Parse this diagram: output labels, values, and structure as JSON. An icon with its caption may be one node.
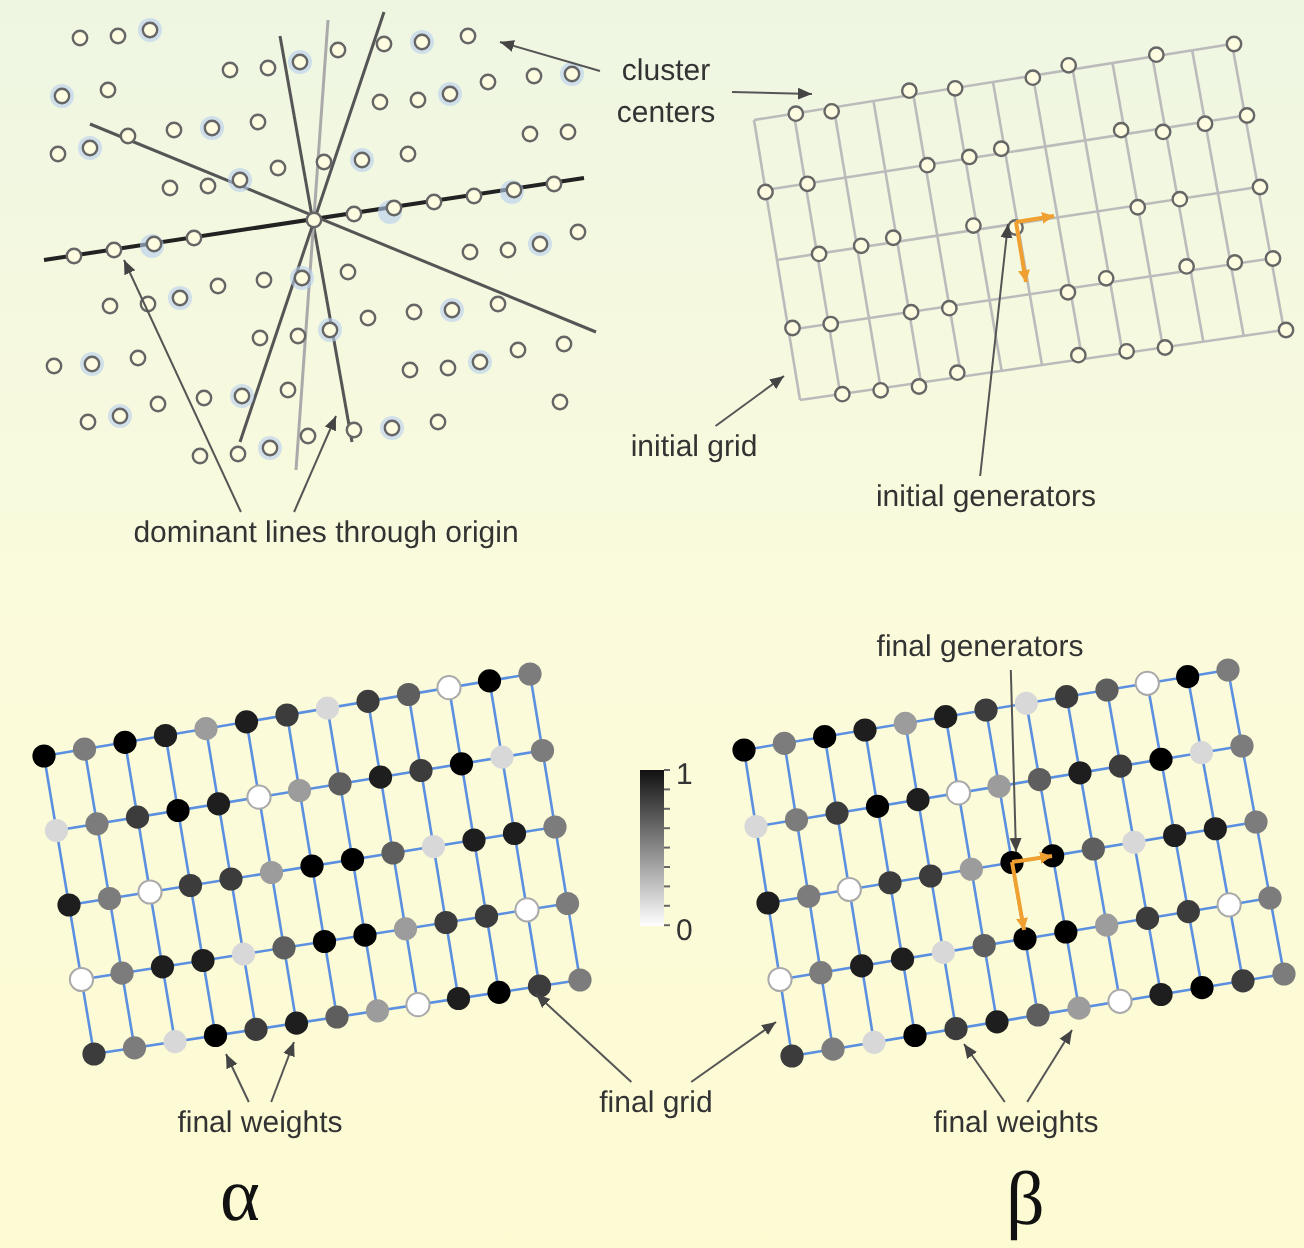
{
  "diagram": {
    "nodes": [
      {
        "text": [
          "cluster centers"
        ]
      },
      {
        "text": [
          "dominant lines through origin"
        ]
      },
      {
        "text": [
          "initial grid"
        ]
      },
      {
        "text": [
          "initial generators"
        ]
      },
      {
        "text": [
          "final generators"
        ]
      },
      {
        "text": [
          "final weights"
        ]
      },
      {
        "text": [
          "final grid"
        ]
      },
      {
        "text": [
          "final weights"
        ]
      },
      {
        "text": [],
        "shape": "picture"
      },
      {
        "text": [],
        "shape": "picture"
      },
      {
        "text": [],
        "shape": "picture"
      },
      {
        "text": [],
        "shape": "picture"
      }
    ],
    "edges": [
      {
        "from": 0,
        "to": 8,
        "arrow": "to"
      },
      {
        "from": 0,
        "to": 9,
        "arrow": "to"
      },
      {
        "from": 1,
        "to": 8,
        "arrow": "to"
      },
      {
        "from": 1,
        "to": 8,
        "arrow": "to"
      },
      {
        "from": 2,
        "to": 9,
        "arrow": "to"
      },
      {
        "from": 3,
        "to": 9,
        "arrow": "to"
      },
      {
        "from": 4,
        "to": 11,
        "arrow": "to"
      },
      {
        "from": 5,
        "to": 10,
        "arrow": "to"
      },
      {
        "from": 5,
        "to": 10,
        "arrow": "to"
      },
      {
        "from": 6,
        "to": 10,
        "arrow": "to"
      },
      {
        "from": 6,
        "to": 11,
        "arrow": "to"
      },
      {
        "from": 7,
        "to": 11,
        "arrow": "to"
      },
      {
        "from": 7,
        "to": 11,
        "arrow": "to"
      }
    ],
    "labels": [
      "1",
      "0",
      "α",
      "β"
    ]
  }
}
